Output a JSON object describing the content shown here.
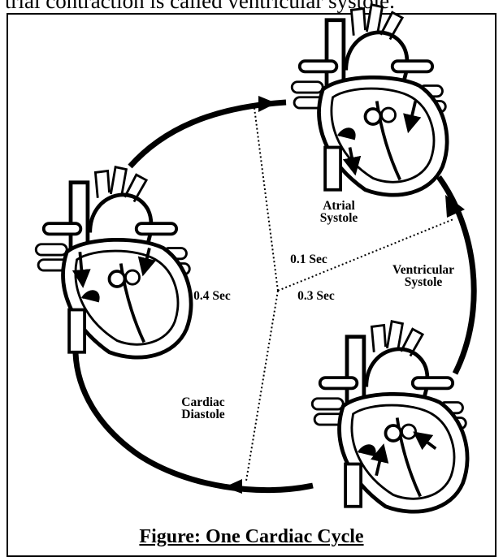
{
  "page": {
    "top_text": "trial contraction is called ventricular systole."
  },
  "figure": {
    "caption": "Figure: One Cardiac Cycle",
    "phases": {
      "atrial": {
        "label_line1": "Atrial",
        "label_line2": "Systole",
        "duration": "0.1 Sec"
      },
      "ventricular": {
        "label_line1": "Ventricular",
        "label_line2": "Systole",
        "duration": "0.3 Sec"
      },
      "diastole": {
        "label_line1": "Cardiac",
        "label_line2": "Diastole",
        "duration": "0.4 Sec"
      }
    },
    "colors": {
      "ink": "#000000",
      "paper": "#ffffff"
    }
  }
}
